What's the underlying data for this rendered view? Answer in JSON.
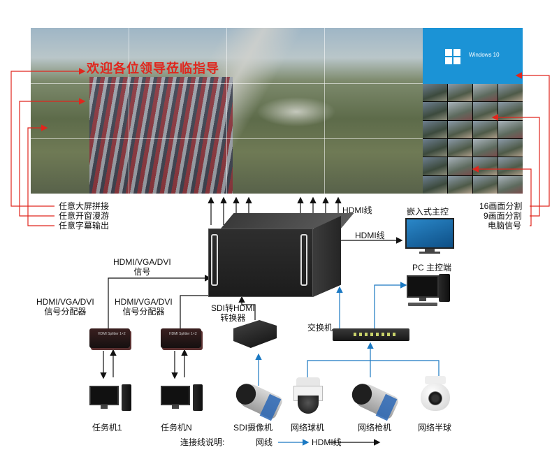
{
  "colors": {
    "red_line": "#e0261d",
    "blue_line": "#1a78c2",
    "black_line": "#111111",
    "win_blue": "#1b93d6"
  },
  "wall": {
    "welcome_text": "欢迎各位领导莅临指导",
    "windows_text": "Windows 10"
  },
  "left_features": [
    "任意大屏拼接",
    "任意开窗漫游",
    "任意字幕输出"
  ],
  "right_features": [
    "16画面分割",
    "9画面分割",
    "电脑信号"
  ],
  "labels": {
    "hdmi_line_top": "HDMI线",
    "embedded_host": "嵌入式主控",
    "hdmi_line_mid": "HDMI线",
    "pc_host": "PC 主控端",
    "hdmi_vga_dvi_signal": "HDMI/VGA/DVI\n信号",
    "splitter_1": "HDMI/VGA/DVI\n信号分配器",
    "splitter_2": "HDMI/VGA/DVI\n信号分配器",
    "sdi_converter": "SDI转HDMI\n转换器",
    "switch": "交换机",
    "task_pc_1": "任务机1",
    "task_pc_n": "任务机N",
    "sdi_camera": "SDI摄像机",
    "network_dome": "网络球机",
    "network_bullet": "网络枪机",
    "network_half_dome": "网络半球"
  },
  "legend": {
    "title": "连接线说明:",
    "network": "网线",
    "hdmi": "HDMI线"
  },
  "icons": [
    "windows-logo-icon",
    "splitter-device-icon",
    "matrix-processor-icon",
    "network-switch-icon",
    "monitor-icon",
    "desktop-tower-icon",
    "bullet-camera-icon",
    "ptz-dome-camera-icon",
    "half-dome-camera-icon"
  ]
}
